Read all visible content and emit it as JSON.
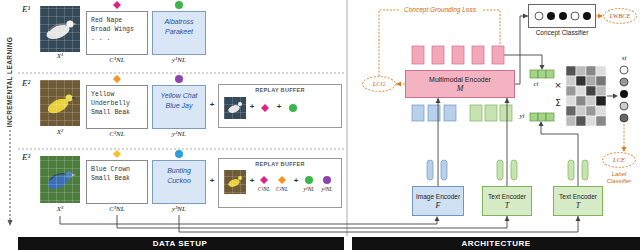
{
  "diagram": {
    "nodes": [
      {
        "text": [
          "Red Nape",
          "Broad Wings",
          ". . .",
          "C¹NL"
        ]
      },
      {
        "text": [
          "Albatross",
          "Parakeet",
          "y¹NL"
        ]
      },
      {
        "text": [
          "Yellow",
          "Underbelly",
          "Small Beak",
          "C²NL"
        ]
      },
      {
        "text": [
          "Yellow Chat",
          "Blue Jay",
          "y²NL"
        ]
      },
      {
        "text": [
          "REPLAY BUFFER"
        ]
      },
      {
        "text": [
          "Blue Crown",
          "Small Beak",
          "C³NL"
        ]
      },
      {
        "text": [
          "Bunting",
          "Cuckoo",
          "y³NL"
        ]
      },
      {
        "text": [
          "REPLAY BUFFER"
        ]
      },
      {
        "text": [
          "Concept Classifier"
        ]
      },
      {
        "text": [
          "LWBCE"
        ]
      },
      {
        "text": [
          "LCG"
        ]
      },
      {
        "text": [
          "Multimodal Encoder",
          "M"
        ]
      },
      {
        "text": [
          "LCE"
        ]
      },
      {
        "text": [
          "Image Encoder",
          "F"
        ]
      },
      {
        "text": [
          "Text Encoder",
          "T"
        ]
      },
      {
        "text": [
          "Text Encoder",
          "T"
        ]
      }
    ],
    "edges": [
      {
        "from": 5,
        "to": 14,
        "arrow": "to"
      },
      {
        "from": 6,
        "to": 15,
        "arrow": "to"
      },
      {
        "from": 13,
        "to": 11,
        "arrow": "to"
      },
      {
        "from": 14,
        "to": 11,
        "arrow": "to"
      },
      {
        "from": 11,
        "to": 8,
        "arrow": "to"
      },
      {
        "from": 8,
        "to": 9,
        "arrow": "to"
      },
      {
        "from": 11,
        "to": 10,
        "arrow": "to"
      }
    ],
    "labels": [
      "INCREMENTAL LEARNING",
      "E¹",
      "X¹",
      "E²",
      "X²",
      "+",
      "+",
      "+",
      "E³",
      "X³",
      "+",
      "+",
      "+",
      "C¹NL",
      "C²NL",
      "y¹NL",
      "y²NL",
      "Concept Grounding Loss",
      "ci",
      "×",
      "Σ",
      "yi",
      "si",
      "Label Classifier",
      "DATA SETUP",
      "ARCHITECTURE"
    ]
  }
}
